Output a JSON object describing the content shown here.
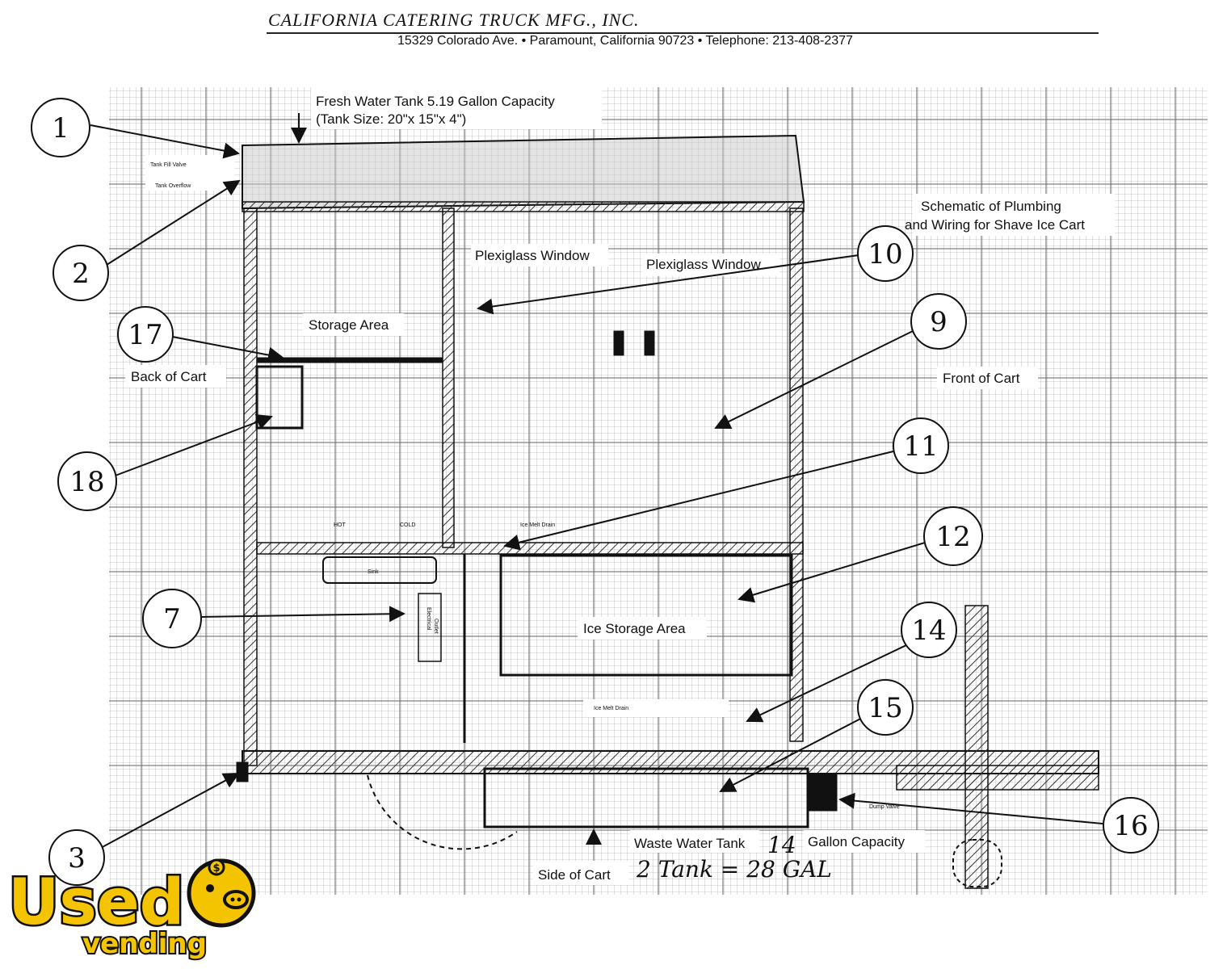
{
  "header": {
    "company": "CALIFORNIA CATERING TRUCK MFG., INC.",
    "address": "15329 Colorado Ave.  •  Paramount, California 90723  •  Telephone: 213-408-2377"
  },
  "diagram": {
    "title_line1": "Schematic of Plumbing",
    "title_line2": "and Wiring for Shave Ice Cart",
    "fresh_tank_line1": "Fresh Water Tank 5.19 Gallon Capacity",
    "fresh_tank_line2": "(Tank Size: 20\"x 15\"x 4\")",
    "tank_fill_valve": "Tank Fill Valve",
    "tank_overflow": "Tank Overflow",
    "plexiglass_window_left": "Plexiglass Window",
    "plexiglass_window_right": "Plexiglass Window",
    "storage_area": "Storage Area",
    "back_of_cart": "Back of Cart",
    "front_of_cart": "Front of Cart",
    "ice_storage_area": "Ice Storage Area",
    "ice_melt_drain_top": "Ice Melt Drain",
    "ice_melt_drain_bottom": "Ice Melt Drain",
    "hot": "HOT",
    "cold": "COLD",
    "sink": "Sink",
    "electrical_outlet_1": "Electrical",
    "electrical_outlet_2": "Outlet",
    "dump_valve": "Dump Valve",
    "waste_tank": "Waste Water Tank",
    "waste_tank_capacity": "Gallon Capacity",
    "side_of_cart": "Side of Cart",
    "handwritten_14": "14",
    "handwritten_total": "2 Tank = 28 GAL"
  },
  "callouts": [
    "1",
    "2",
    "3",
    "7",
    "9",
    "10",
    "11",
    "12",
    "14",
    "15",
    "16",
    "17",
    "18"
  ],
  "logo": {
    "word": "Used",
    "sub": "vending"
  }
}
